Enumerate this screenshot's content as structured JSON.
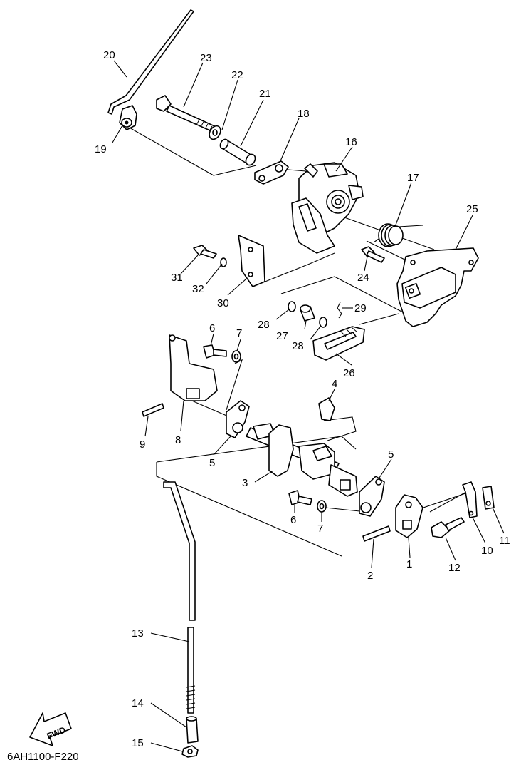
{
  "diagram_code": "6AH1100-F220",
  "fwd_label": "FWD",
  "callouts": [
    {
      "id": "p1",
      "text": "1"
    },
    {
      "id": "p2",
      "text": "2"
    },
    {
      "id": "p3",
      "text": "3"
    },
    {
      "id": "p4",
      "text": "4"
    },
    {
      "id": "p5a",
      "text": "5"
    },
    {
      "id": "p5b",
      "text": "5"
    },
    {
      "id": "p6a",
      "text": "6"
    },
    {
      "id": "p6b",
      "text": "6"
    },
    {
      "id": "p7a",
      "text": "7"
    },
    {
      "id": "p7b",
      "text": "7"
    },
    {
      "id": "p8",
      "text": "8"
    },
    {
      "id": "p9",
      "text": "9"
    },
    {
      "id": "p10",
      "text": "10"
    },
    {
      "id": "p11",
      "text": "11"
    },
    {
      "id": "p12",
      "text": "12"
    },
    {
      "id": "p13",
      "text": "13"
    },
    {
      "id": "p14",
      "text": "14"
    },
    {
      "id": "p15",
      "text": "15"
    },
    {
      "id": "p16",
      "text": "16"
    },
    {
      "id": "p17",
      "text": "17"
    },
    {
      "id": "p18",
      "text": "18"
    },
    {
      "id": "p19",
      "text": "19"
    },
    {
      "id": "p20",
      "text": "20"
    },
    {
      "id": "p21",
      "text": "21"
    },
    {
      "id": "p22",
      "text": "22"
    },
    {
      "id": "p23",
      "text": "23"
    },
    {
      "id": "p24",
      "text": "24"
    },
    {
      "id": "p25",
      "text": "25"
    },
    {
      "id": "p26",
      "text": "26"
    },
    {
      "id": "p27",
      "text": "27"
    },
    {
      "id": "p28a",
      "text": "28"
    },
    {
      "id": "p28b",
      "text": "28"
    },
    {
      "id": "p29",
      "text": "29"
    },
    {
      "id": "p30",
      "text": "30"
    },
    {
      "id": "p31",
      "text": "31"
    },
    {
      "id": "p32",
      "text": "32"
    }
  ]
}
